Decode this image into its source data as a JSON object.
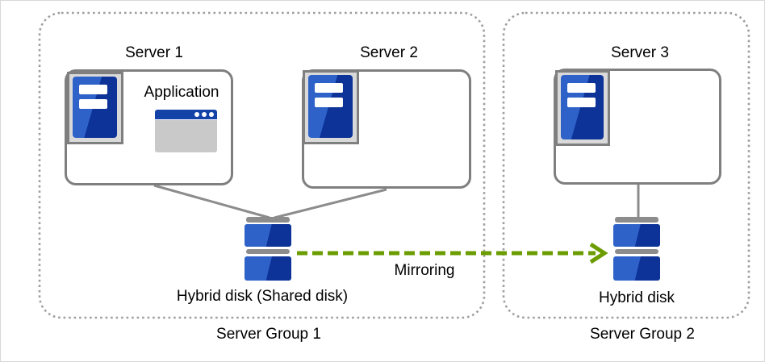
{
  "groups": [
    {
      "label": "Server Group 1"
    },
    {
      "label": "Server Group 2"
    }
  ],
  "servers": [
    {
      "label": "Server 1"
    },
    {
      "label": "Server 2"
    },
    {
      "label": "Server 3"
    }
  ],
  "application_label": "Application",
  "disks": [
    {
      "label": "Hybrid disk (Shared disk)"
    },
    {
      "label": "Hybrid disk"
    }
  ],
  "mirroring_label": "Mirroring",
  "colors": {
    "server_blue_light": "#2e62c8",
    "server_blue_dark": "#0d3398",
    "app_titlebar_blue": "#1443a8",
    "connector_gray": "#8c8c8c",
    "group_border_gray": "#9e9e9e",
    "mirroring_green": "#6b9c00"
  }
}
